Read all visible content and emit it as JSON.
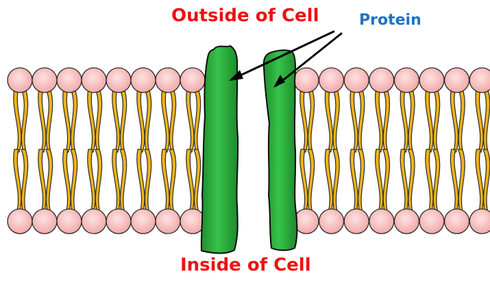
{
  "diagram": {
    "labels": {
      "outside": "Outside of Cell",
      "inside": "Inside of Cell",
      "protein": "Protein"
    },
    "colors": {
      "outside_label": "#ee1111",
      "inside_label": "#ee1111",
      "protein_label": "#1e73be",
      "head_fill": "#f8b9b9",
      "head_stroke": "#2a2a2a",
      "tail_fill": "#f1b417",
      "tail_stroke": "#2a2a2a",
      "protein_fill": "#2db33f",
      "protein_stroke": "#0a0a0a",
      "arrow": "#000000"
    },
    "icons": {
      "phospholipid": "phospholipid-icon",
      "protein": "protein-channel-icon",
      "arrow": "arrow-icon"
    }
  }
}
